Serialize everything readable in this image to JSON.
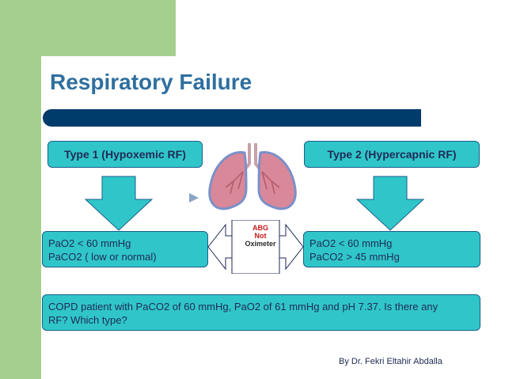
{
  "slide": {
    "title": "Respiratory Failure",
    "type1": {
      "heading": "Type 1 (Hypoxemic RF)",
      "line1": "PaO2 < 60 mmHg",
      "line2": "PaCO2 ( low or normal)"
    },
    "type2": {
      "heading": "Type 2 (Hypercapnic RF)",
      "line1": "PaO2 < 60 mmHg",
      "line2": "PaCO2 > 45 mmHg"
    },
    "center_note": {
      "line1": "ABG",
      "line2": "Not",
      "line3": "Oximeter"
    },
    "question": {
      "line1": "COPD patient with PaCO2 of 60 mmHg, PaO2 of 61 mmHg and pH 7.37. Is there any",
      "line2": "RF? Which type?"
    },
    "footer": "By Dr. Fekri Eltahir Abdalla"
  },
  "colors": {
    "accent_green": "#a5cf8e",
    "box_teal": "#30c6c9",
    "title_blue": "#2f6f9f",
    "rule_navy": "#003c6b",
    "note_red": "#c51a1a"
  },
  "icons": [
    "lungs-illustration",
    "down-arrow",
    "double-headed-arrow",
    "small-right-arrow"
  ]
}
